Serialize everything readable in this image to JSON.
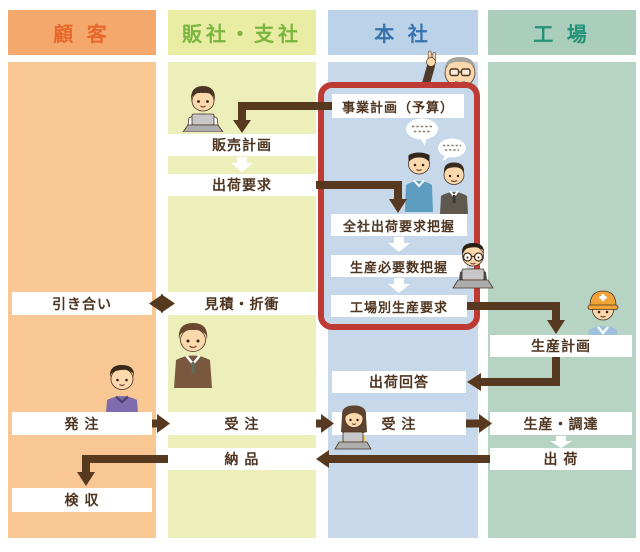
{
  "lanes": [
    {
      "id": "customer",
      "label": "顧 客",
      "header_bg": "#F5A86B",
      "header_text": "#E8682B",
      "body_bg": "#F8C794"
    },
    {
      "id": "sales",
      "label": "販社・支社",
      "header_bg": "#E9EDA3",
      "header_text": "#7AB53F",
      "body_bg": "#EDEFBB"
    },
    {
      "id": "hq",
      "label": "本 社",
      "header_bg": "#BCD2E8",
      "header_text": "#3672AE",
      "body_bg": "#C6D8EA"
    },
    {
      "id": "factory",
      "label": "工 場",
      "header_bg": "#ABCDBC",
      "header_text": "#239378",
      "body_bg": "#B6D3C4"
    }
  ],
  "nodes": {
    "biz_plan": {
      "label": "事業計画（予算）",
      "lane": "hq"
    },
    "sales_plan": {
      "label": "販売計画",
      "lane": "sales"
    },
    "ship_request": {
      "label": "出荷要求",
      "lane": "sales"
    },
    "grasp_ship": {
      "label": "全社出荷要求把握",
      "lane": "hq"
    },
    "grasp_qty": {
      "label": "生産必要数把握",
      "lane": "hq"
    },
    "factory_req": {
      "label": "工場別生産要求",
      "lane": "hq"
    },
    "inquiry": {
      "label": "引き合い",
      "lane": "customer"
    },
    "estimate": {
      "label": "見積・折衝",
      "lane": "sales"
    },
    "prod_plan": {
      "label": "生産計画",
      "lane": "factory"
    },
    "ship_answer": {
      "label": "出荷回答",
      "lane": "hq"
    },
    "order": {
      "label": "発 注",
      "lane": "customer"
    },
    "order_recv_sales": {
      "label": "受 注",
      "lane": "sales"
    },
    "order_recv_hq": {
      "label": "受 注",
      "lane": "hq"
    },
    "prod_procure": {
      "label": "生産・調達",
      "lane": "factory"
    },
    "delivery": {
      "label": "納 品",
      "lane": "sales"
    },
    "shipping": {
      "label": "出 荷",
      "lane": "factory"
    },
    "acceptance": {
      "label": "検 収",
      "lane": "customer"
    }
  },
  "highlight": {
    "border_color": "#BE3B35",
    "around_nodes": [
      "biz_plan",
      "grasp_ship",
      "grasp_qty",
      "factory_req"
    ]
  },
  "flows": [
    {
      "from": "biz_plan",
      "to": "sales_plan",
      "style": "dark"
    },
    {
      "from": "sales_plan",
      "to": "ship_request",
      "style": "white"
    },
    {
      "from": "ship_request",
      "to": "grasp_ship",
      "style": "dark"
    },
    {
      "from": "grasp_ship",
      "to": "grasp_qty",
      "style": "white"
    },
    {
      "from": "grasp_qty",
      "to": "factory_req",
      "style": "white"
    },
    {
      "from": "factory_req",
      "to": "prod_plan",
      "style": "dark"
    },
    {
      "from": "inquiry",
      "to": "estimate",
      "style": "dark-double"
    },
    {
      "from": "prod_plan",
      "to": "ship_answer",
      "style": "dark"
    },
    {
      "from": "order",
      "to": "order_recv_sales",
      "style": "dark"
    },
    {
      "from": "order_recv_sales",
      "to": "order_recv_hq",
      "style": "dark"
    },
    {
      "from": "order_recv_hq",
      "to": "prod_procure",
      "style": "dark"
    },
    {
      "from": "prod_procure",
      "to": "shipping",
      "style": "white"
    },
    {
      "from": "shipping",
      "to": "delivery",
      "style": "dark"
    },
    {
      "from": "delivery",
      "to": "acceptance",
      "style": "dark"
    }
  ],
  "figures": [
    {
      "name": "sales-rep-at-laptop-icon",
      "lane": "sales"
    },
    {
      "name": "executive-pointing-icon",
      "lane": "hq"
    },
    {
      "name": "hq-staff-blue-shirt-icon",
      "lane": "hq"
    },
    {
      "name": "hq-staff-suit-icon",
      "lane": "hq"
    },
    {
      "name": "speech-bubble-icon",
      "lane": "hq"
    },
    {
      "name": "speech-bubble-icon",
      "lane": "hq"
    },
    {
      "name": "analyst-with-glasses-at-laptop-icon",
      "lane": "hq"
    },
    {
      "name": "factory-worker-helmet-icon",
      "lane": "factory"
    },
    {
      "name": "sales-manager-brown-suit-icon",
      "lane": "sales"
    },
    {
      "name": "customer-man-purple-icon",
      "lane": "customer"
    },
    {
      "name": "hq-woman-at-laptop-icon",
      "lane": "hq"
    }
  ],
  "colors": {
    "arrow_dark": "#573920",
    "arrow_white": "#FFFFFF",
    "node_bg": "#FFFFFF",
    "node_text": "#4E3522"
  }
}
